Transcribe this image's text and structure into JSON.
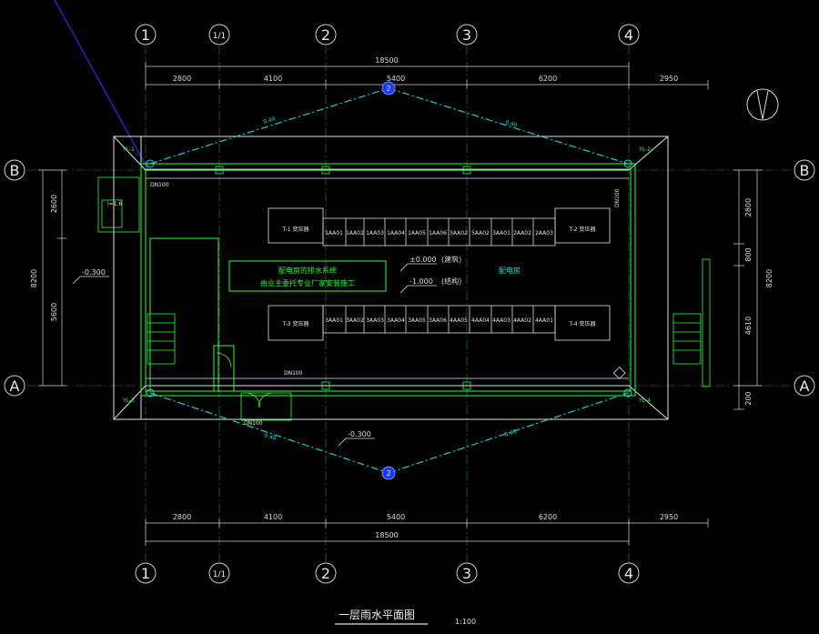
{
  "grid": {
    "cols": [
      "1",
      "1/1",
      "2",
      "3",
      "4"
    ],
    "rows": [
      "B",
      "A"
    ]
  },
  "dims": {
    "total": "18500",
    "top_segments": [
      "2800",
      "4100",
      "5400",
      "6200",
      "2950"
    ],
    "bottom_segments": [
      "2800",
      "4100",
      "5400",
      "6200",
      "2950"
    ],
    "left_overall": "8200",
    "left_segments": [
      "2600",
      "5600"
    ],
    "right_overall": "8200",
    "right_segments": [
      "2800",
      "800",
      "4610",
      "200"
    ]
  },
  "plan": {
    "downpipes": [
      "YL-1",
      "YL-2",
      "YL-3",
      "YL-4"
    ],
    "slope_label": "i=1.6",
    "gutter_labels": [
      "0.40",
      "0.40",
      "0.40",
      "0.40"
    ],
    "level_left": "-0.300",
    "level_bottom": "-0.300",
    "level_top": "±0.000",
    "level_top_note": "(建筑)",
    "level_struct": "-1.000",
    "level_struct_note": "(结构)",
    "note_line1": "配电房的排水系统",
    "note_line2": "由业主委托专业厂家安装施工",
    "room_label": "配电房",
    "pipe_marks": [
      "2",
      "2"
    ],
    "small_notes": [
      "DN100",
      "DN100",
      "DN100",
      "DN100"
    ],
    "equip_top": [
      "T-1 变压器",
      "1AA01",
      "1AA02",
      "1AA03",
      "1AA04",
      "1AA05",
      "1AA06",
      "3AA02",
      "5AA02",
      "3AA01",
      "2AA02",
      "2AA03",
      "T-2 变压器"
    ],
    "equip_bottom": [
      "T-3 变压器",
      "3AA01",
      "3AA02",
      "3AA03",
      "3AA04",
      "3AA05",
      "3AA06",
      "4AA05",
      "4AA04",
      "4AA03",
      "4AA02",
      "4AA01",
      "T-4 变压器"
    ]
  },
  "title_block": {
    "title": "一层雨水平面图",
    "scale": "1:100"
  }
}
